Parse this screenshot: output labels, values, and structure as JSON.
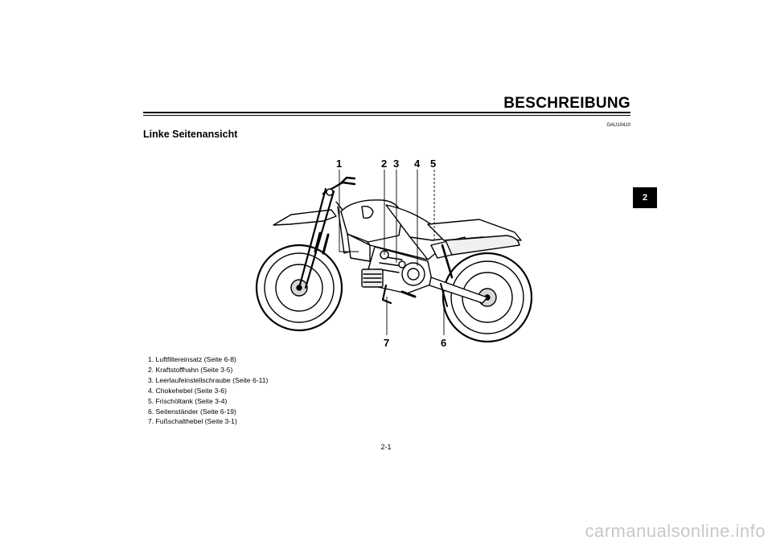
{
  "header": {
    "title": "BESCHREIBUNG",
    "code": "GAU10410"
  },
  "section": {
    "heading": "Linke Seitenansicht"
  },
  "chapter_tab": "2",
  "callouts": {
    "n1": "1",
    "n2": "2",
    "n3": "3",
    "n4": "4",
    "n5": "5",
    "n6": "6",
    "n7": "7"
  },
  "legend": [
    "1. Luftfiltereinsatz (Seite 6-8)",
    "2. Kraftstoffhahn (Seite 3-5)",
    "3. Leerlaufeinstellschraube (Seite 6-11)",
    "4. Chokehebel (Seite 3-6)",
    "5. Frischöltank (Seite 3-4)",
    "6. Seitenständer (Seite 6-19)",
    "7. Fußschalthebel (Seite 3-1)"
  ],
  "page_number": "2-1",
  "watermark": "carmanualsonline.info"
}
